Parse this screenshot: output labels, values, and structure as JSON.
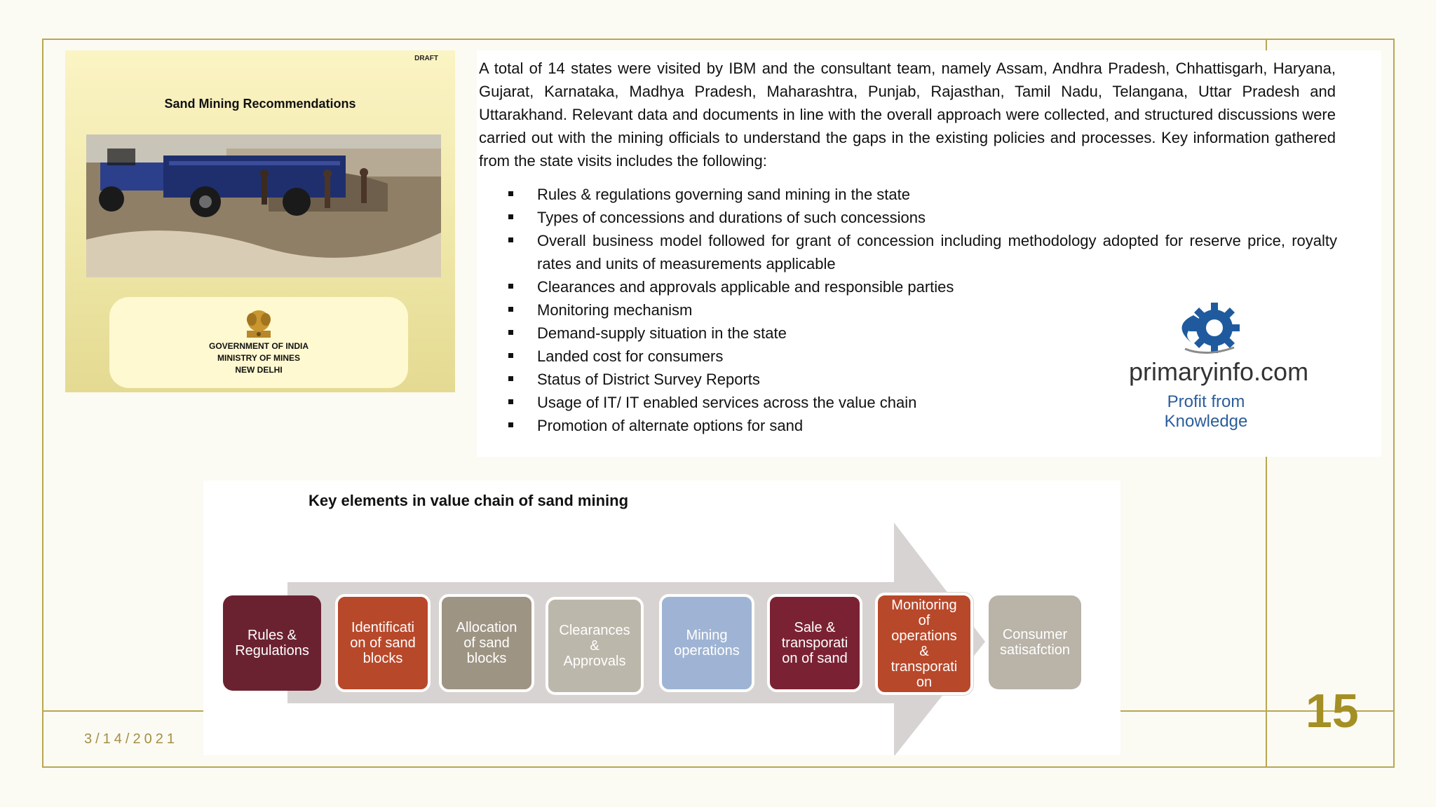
{
  "slide": {
    "date": "3/14/2021",
    "page_number": "15"
  },
  "cover": {
    "draft": "DRAFT",
    "title": "Sand Mining Recommendations",
    "plaque_line1": "GOVERNMENT OF INDIA",
    "plaque_line2": "MINISTRY OF MINES",
    "plaque_line3": "NEW DELHI"
  },
  "intro": "A total of 14 states were visited by IBM and the consultant team, namely Assam, Andhra Pradesh, Chhattisgarh, Haryana, Gujarat, Karnataka, Madhya Pradesh, Maharashtra, Punjab, Rajasthan, Tamil Nadu, Telangana, Uttar Pradesh and Uttarakhand. Relevant data and documents in line with the overall approach were collected, and structured discussions were carried out with the mining officials to understand the gaps in the existing policies and processes. Key information gathered from the state visits includes the following:",
  "bullets": [
    "Rules & regulations governing sand mining in the state",
    "Types of concessions and durations of such concessions",
    "Overall business model followed for grant of concession including methodology adopted for reserve price, royalty rates and units of measurements applicable",
    "Clearances and approvals applicable and responsible parties",
    "Monitoring mechanism",
    "Demand-supply situation in the state",
    "Landed cost for consumers",
    "Status of District Survey Reports",
    "Usage of IT/ IT enabled services across the value chain",
    "Promotion of alternate options for sand"
  ],
  "logo": {
    "name": "primaryinfo.com",
    "tagline": "Profit from Knowledge"
  },
  "value_chain": {
    "title": "Key elements in value chain of sand mining",
    "steps": [
      {
        "label": "Rules &\nRegulations",
        "color": "#6b2230"
      },
      {
        "label": "Identificati\non of sand\nblocks",
        "color": "#b8482a"
      },
      {
        "label": "Allocation\nof sand\nblocks",
        "color": "#9e9483"
      },
      {
        "label": "Clearances\n&\nApprovals",
        "color": "#bcb7ab"
      },
      {
        "label": "Mining\noperations",
        "color": "#9fb4d4"
      },
      {
        "label": "Sale &\ntransporati\non of sand",
        "color": "#7a2233"
      },
      {
        "label": "Monitoring\nof\noperations\n&\ntransporati\non",
        "color": "#b8482a"
      },
      {
        "label": "Consumer\nsatisafction",
        "color": "#b9b3a8"
      }
    ]
  }
}
